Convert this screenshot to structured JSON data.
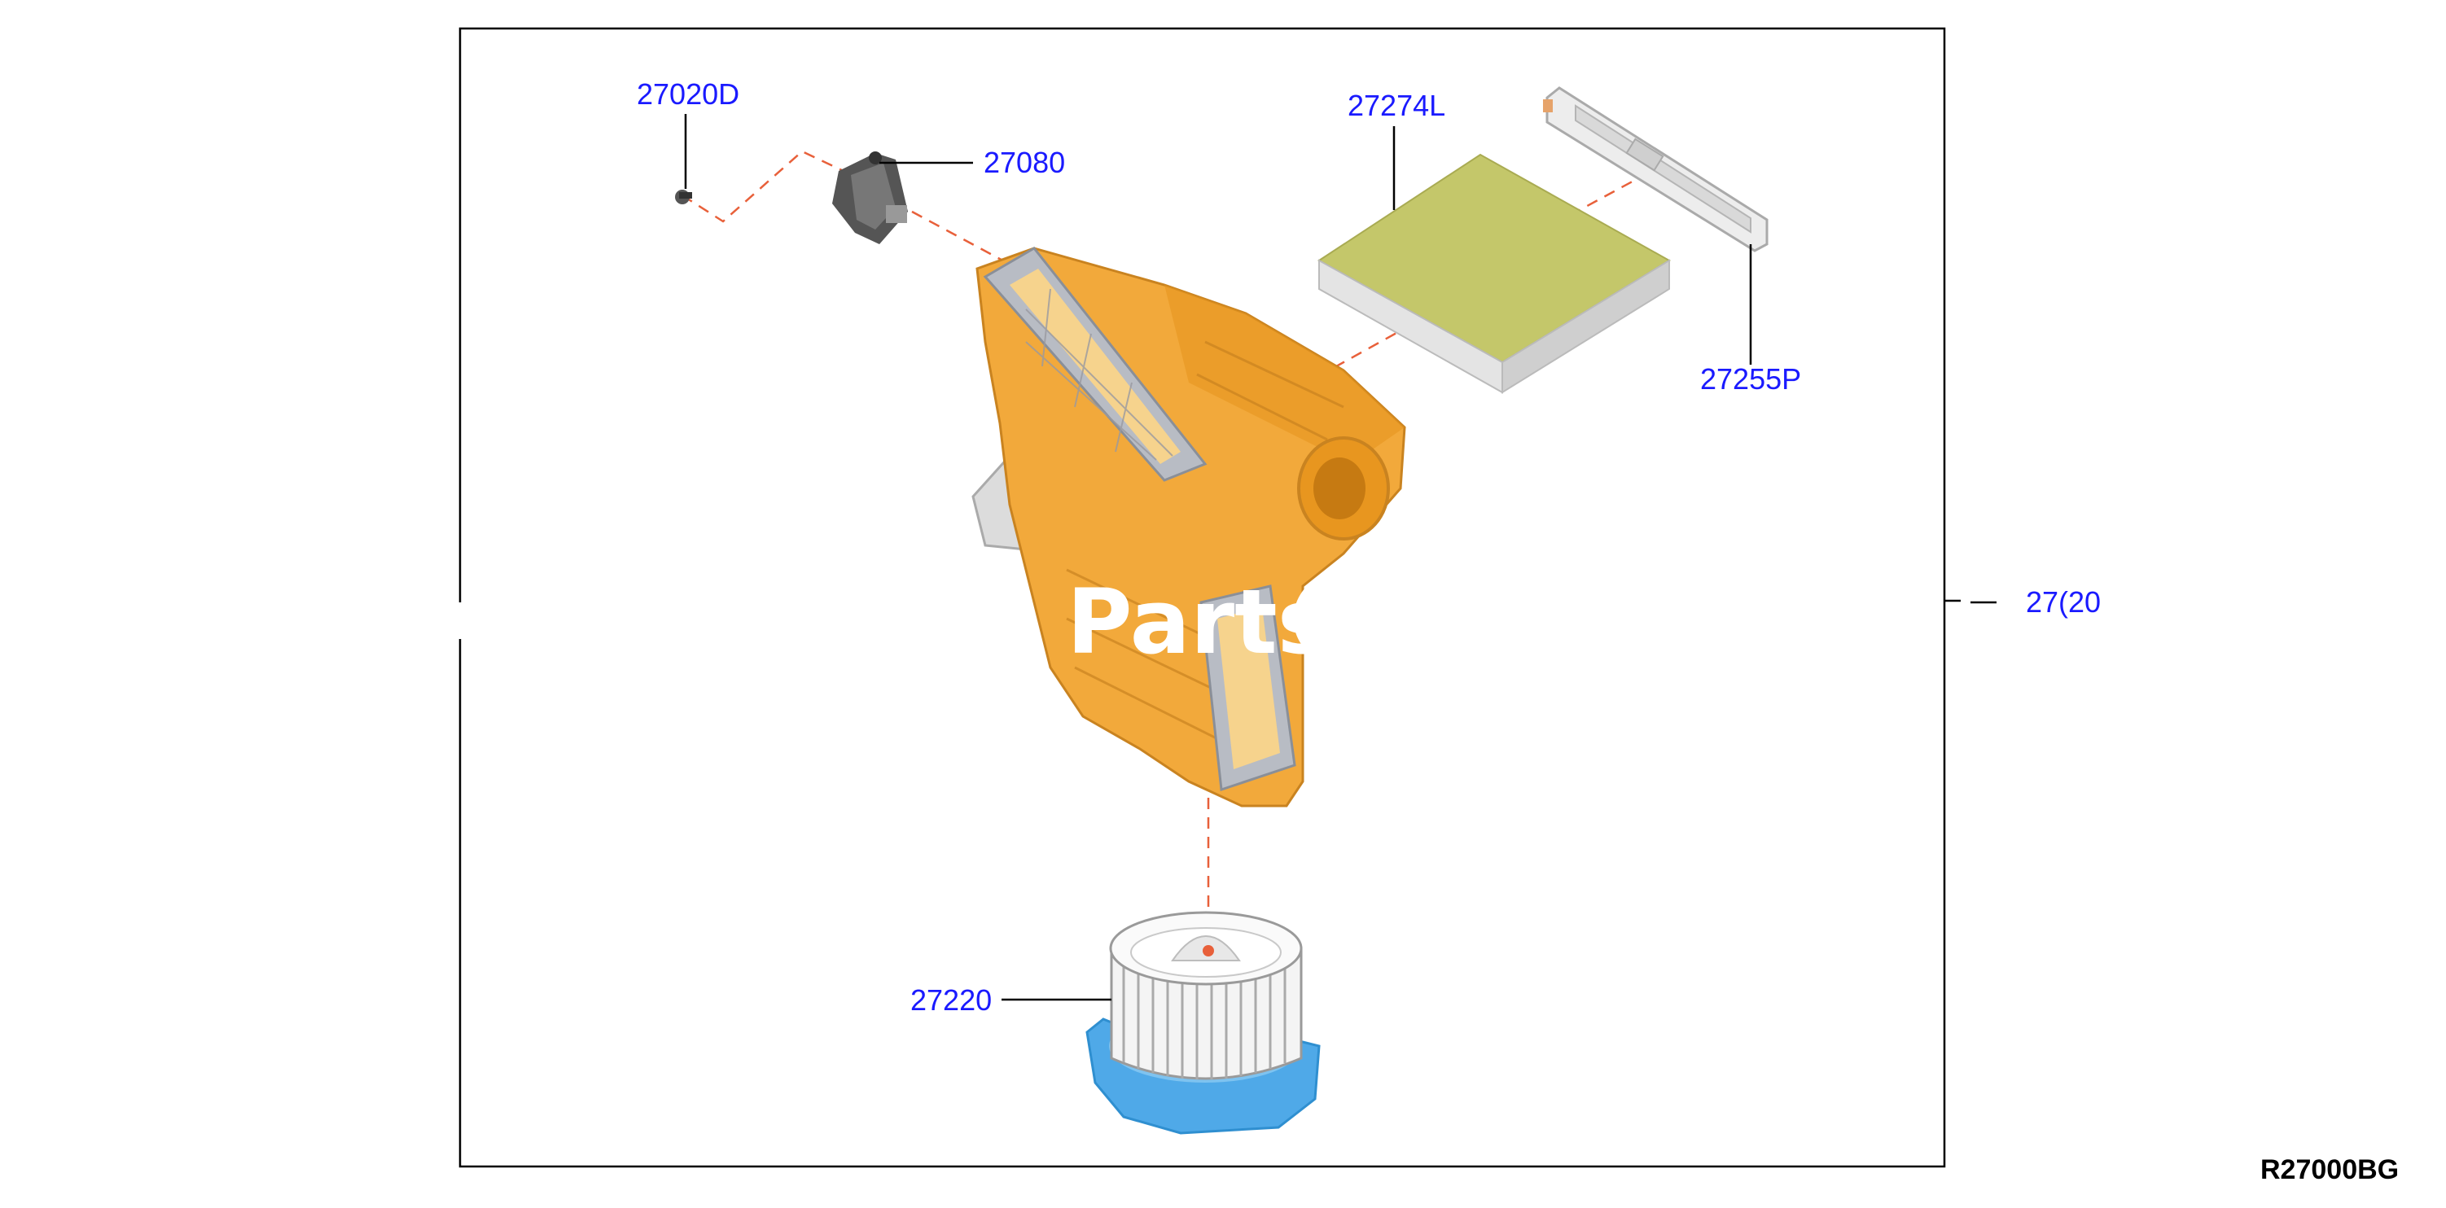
{
  "diagram": {
    "parts": [
      {
        "id": "p-27020D",
        "label": "27020D",
        "name": "screw"
      },
      {
        "id": "p-27080",
        "label": "27080",
        "name": "blower-resistor"
      },
      {
        "id": "p-27274L",
        "label": "27274L",
        "name": "cabin-air-filter"
      },
      {
        "id": "p-27255P",
        "label": "27255P",
        "name": "filter-cover"
      },
      {
        "id": "p-27220",
        "label": "27220",
        "name": "blower-motor-fan"
      },
      {
        "id": "p-27200-cut",
        "label": "27(20",
        "name": "blower-unit-assembly"
      }
    ],
    "watermark": "Parts",
    "reference_code": "R27000BG"
  },
  "colors": {
    "label_blue": "#1a1aff",
    "housing_orange": "#f2a93b",
    "filter_green": "#c4c76a",
    "motor_blue": "#4fa9e8",
    "dashed_line": "#e8603a"
  }
}
